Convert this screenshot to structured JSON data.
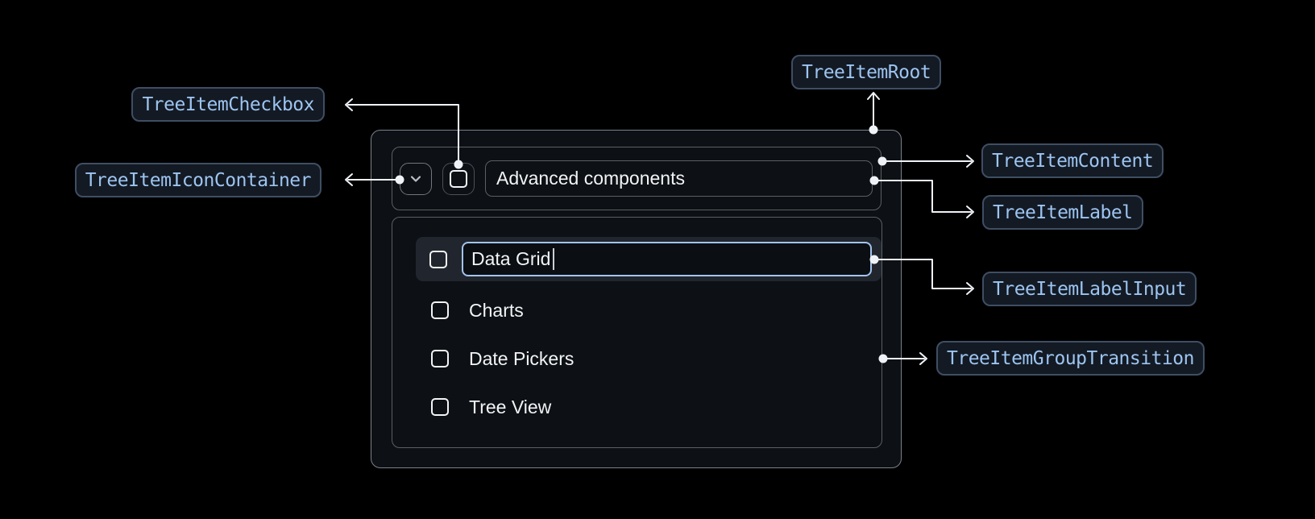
{
  "badges": {
    "root": "TreeItemRoot",
    "checkbox": "TreeItemCheckbox",
    "icon_container": "TreeItemIconContainer",
    "content": "TreeItemContent",
    "label": "TreeItemLabel",
    "label_input": "TreeItemLabelInput",
    "group_transition": "TreeItemGroupTransition"
  },
  "tree": {
    "parent_label": "Advanced components",
    "items": [
      {
        "label": "Data Grid",
        "state": "editing"
      },
      {
        "label": "Charts"
      },
      {
        "label": "Date Pickers"
      },
      {
        "label": "Tree View"
      }
    ]
  },
  "icons": {
    "expand": "chevron-down-icon",
    "checkbox": "checkbox-icon"
  },
  "colors": {
    "background": "#000000",
    "badge_text": "#9dc4f0",
    "badge_background": "#131a24",
    "badge_border": "#3f4e63",
    "input_focus_border": "#a2c4ef",
    "arrow": "#eff3f8"
  }
}
